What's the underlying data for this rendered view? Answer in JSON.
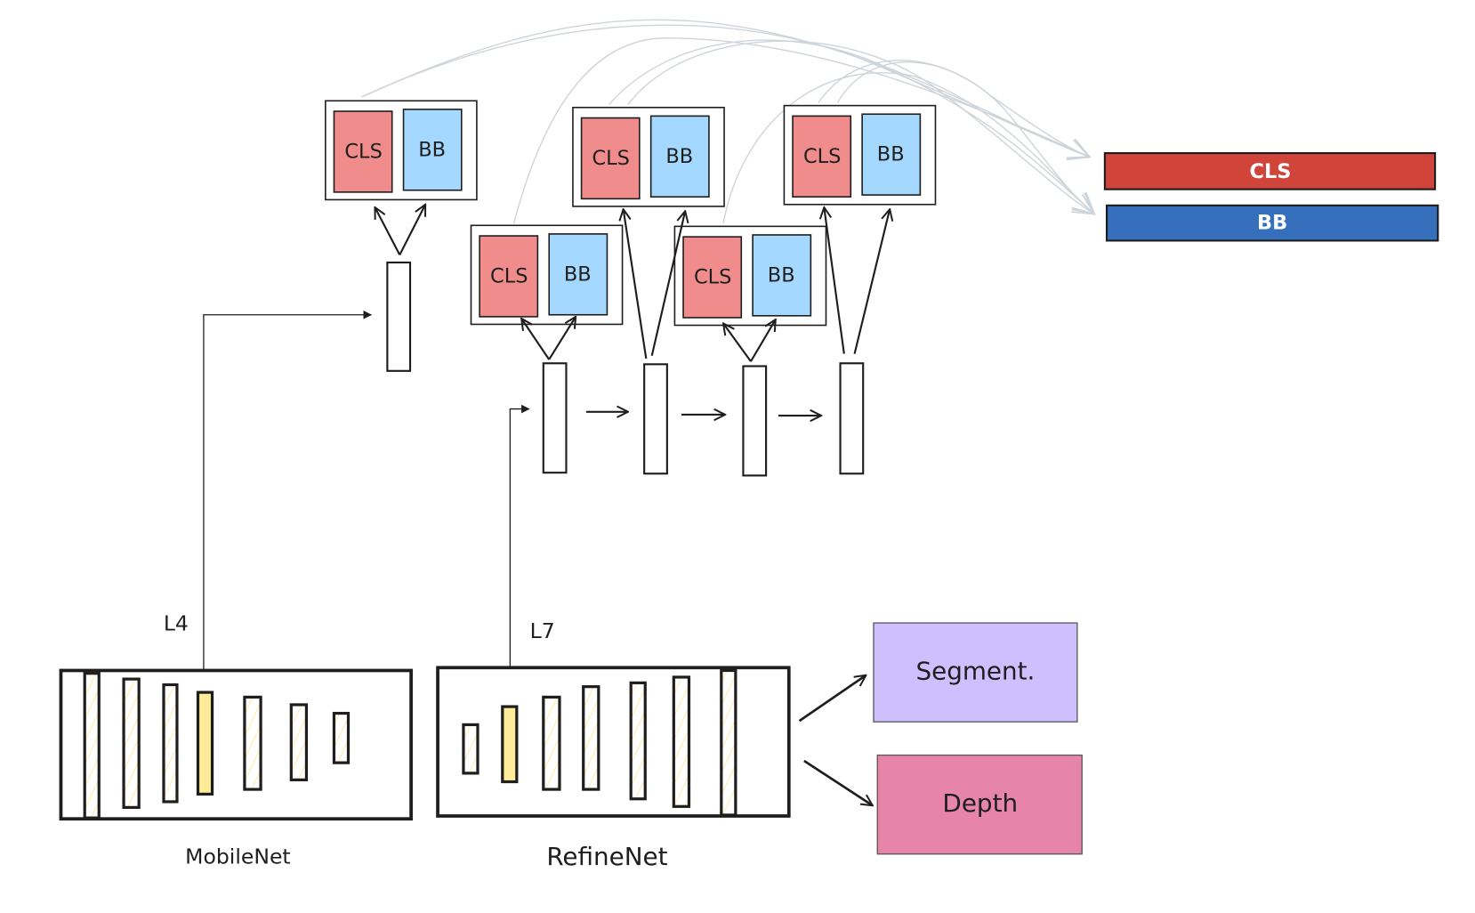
{
  "backbones": {
    "mobilenet": {
      "label": "MobileNet",
      "tap_label": "L4"
    },
    "refinenet": {
      "label": "RefineNet",
      "tap_label": "L7"
    }
  },
  "tasks": {
    "segment": {
      "label": "Segment.",
      "color": "#d0bfff"
    },
    "depth": {
      "label": "Depth",
      "color": "#e685a8"
    }
  },
  "heads": {
    "cls_label": "CLS",
    "bb_label": "BB",
    "cls_color": "#f08c8c",
    "bb_color": "#a5d8ff",
    "feature_color": "#b2f2bb",
    "layer_highlight_color": "#ffec99"
  },
  "outputs": {
    "cls": {
      "label": "CLS",
      "color": "#d0443a"
    },
    "bb": {
      "label": "BB",
      "color": "#3670bd"
    }
  }
}
